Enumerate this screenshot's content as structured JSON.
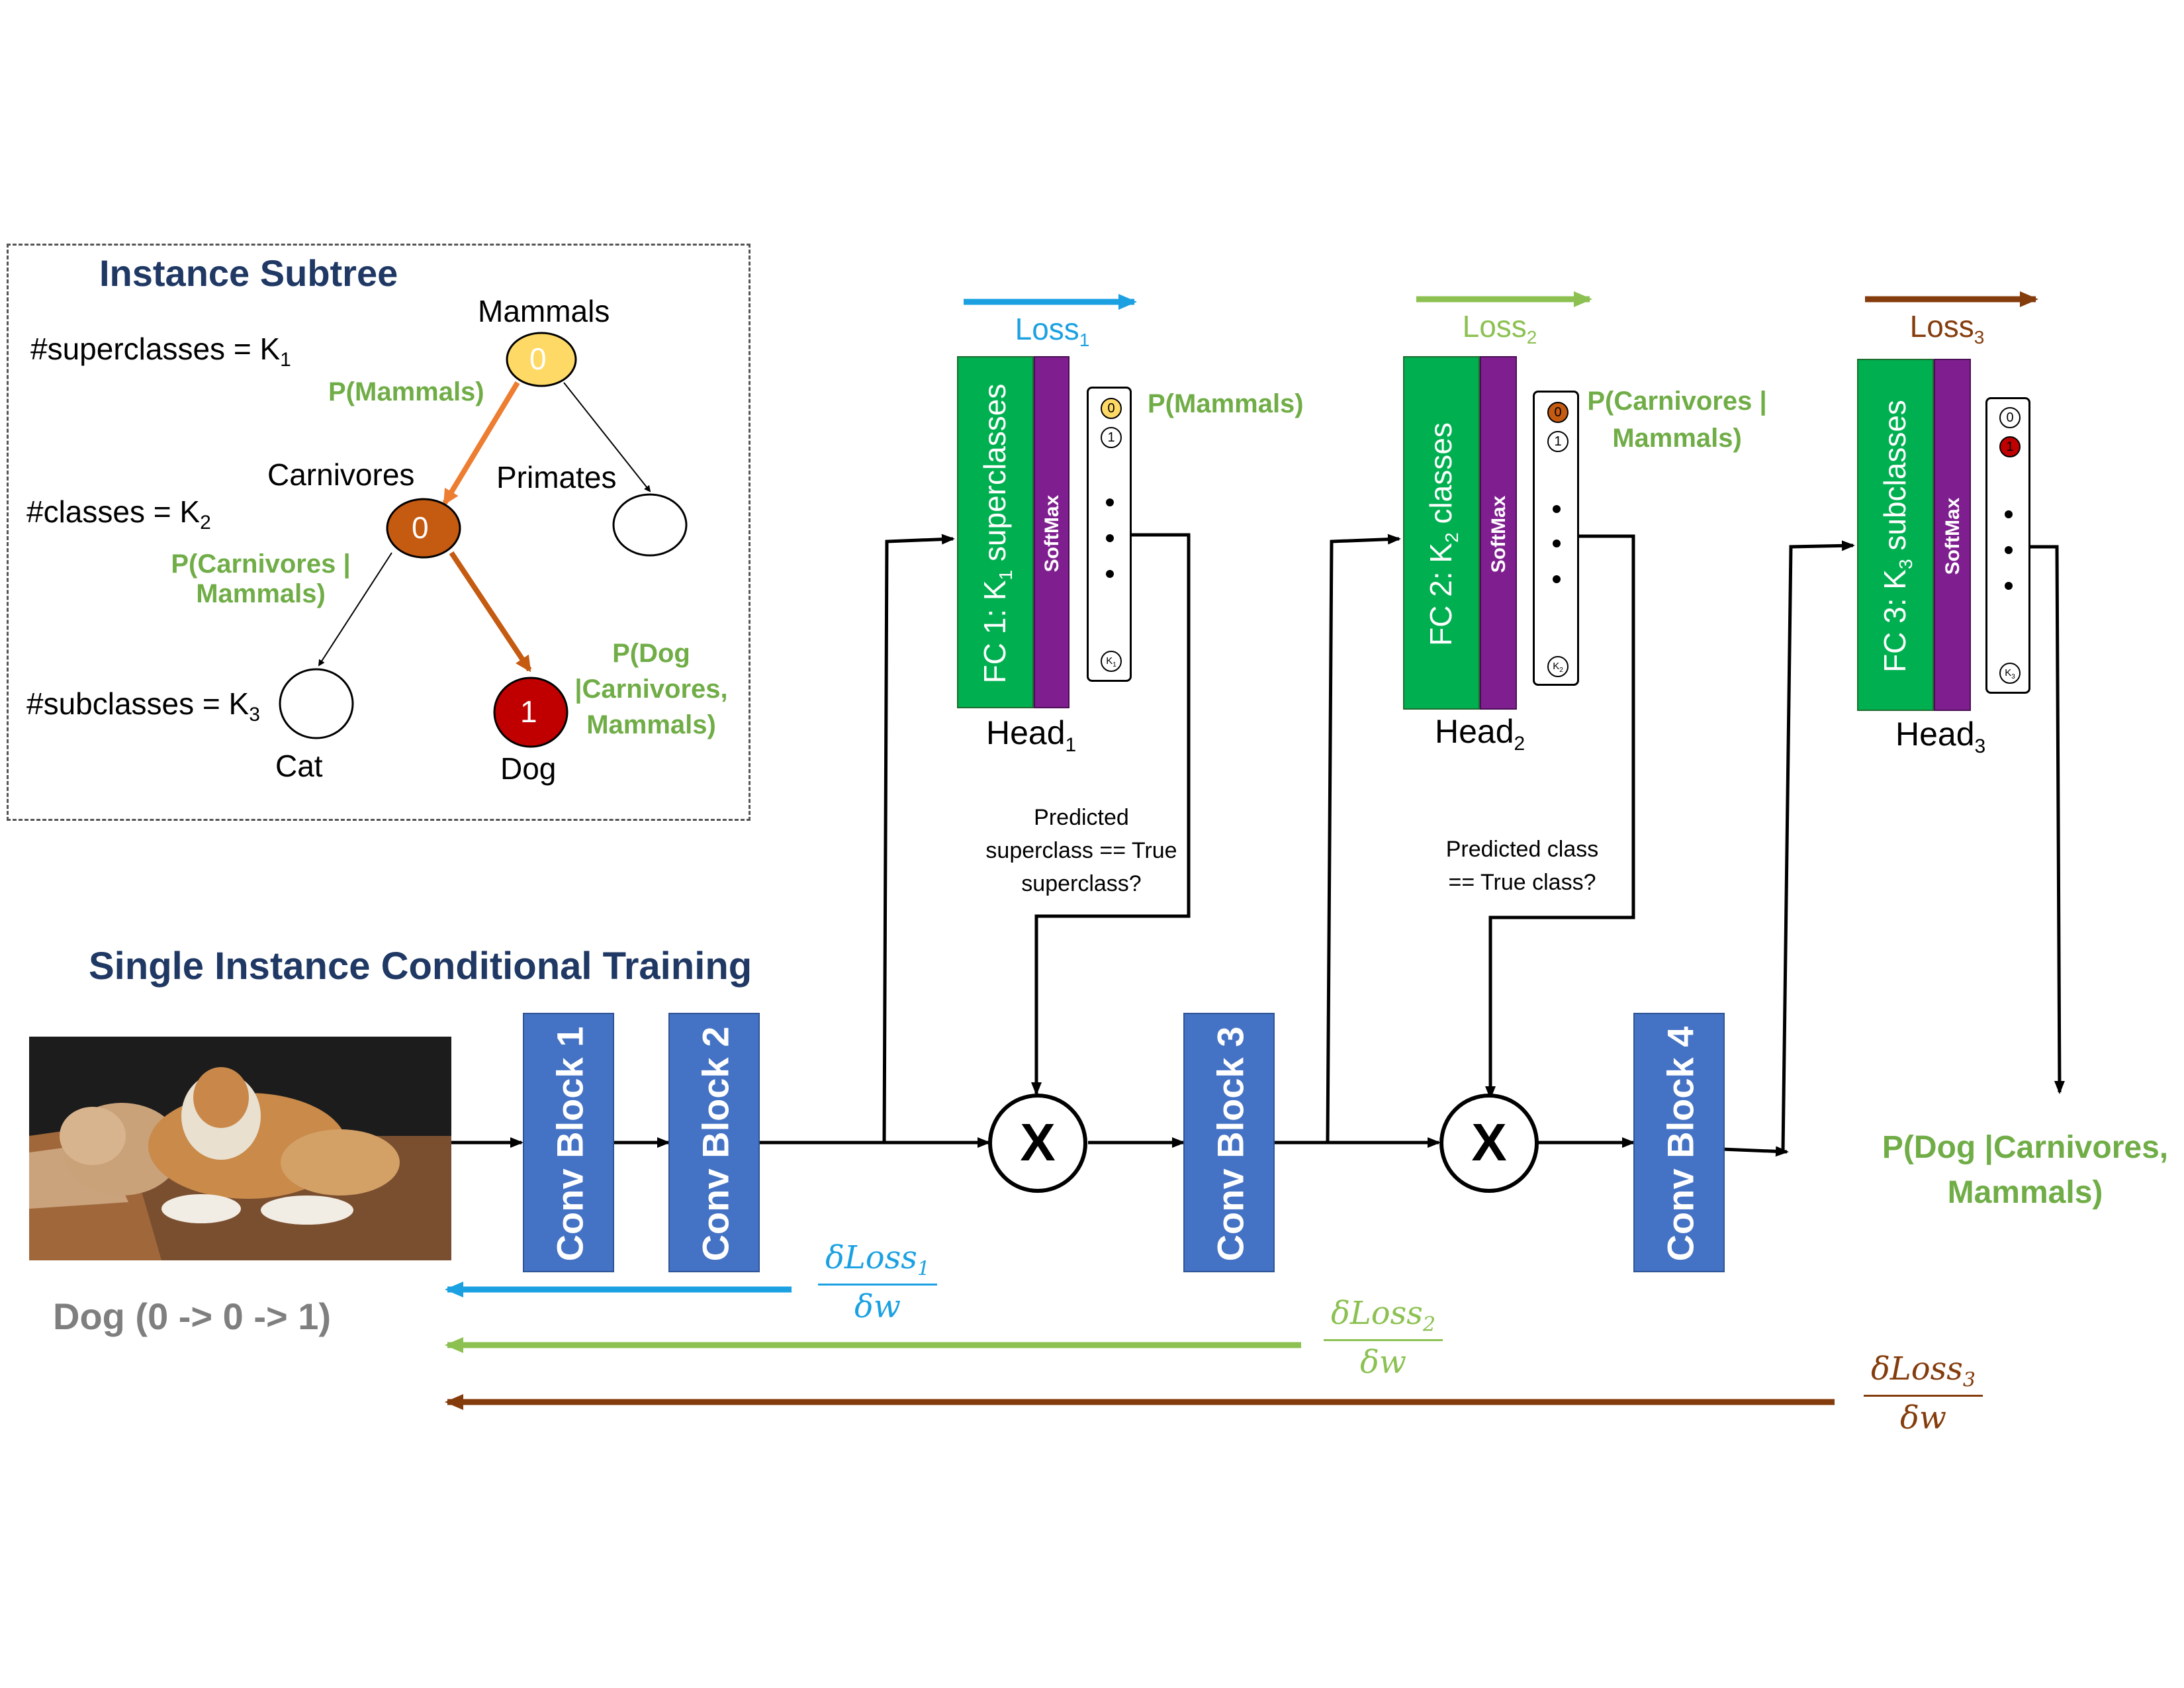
{
  "subtree": {
    "title": "Instance Subtree",
    "superclasses_label": "#superclasses = K",
    "superclasses_sub": "1",
    "classes_label": "#classes = K",
    "classes_sub": "2",
    "subclasses_label": "#subclasses = K",
    "subclasses_sub": "3",
    "nodes": {
      "mammals": {
        "name": "Mammals",
        "value": "0"
      },
      "carnivores": {
        "name": "Carnivores",
        "value": "0"
      },
      "primates": {
        "name": "Primates",
        "value": ""
      },
      "cat": {
        "name": "Cat",
        "value": ""
      },
      "dog": {
        "name": "Dog",
        "value": "1"
      }
    },
    "p_mammals": "P(Mammals)",
    "p_carnivores_line1": "P(Carnivores |",
    "p_carnivores_line2": "Mammals)",
    "p_dog_line1": "P(Dog",
    "p_dog_line2": "|Carnivores,",
    "p_dog_line3": "Mammals)"
  },
  "training": {
    "title": "Single Instance Conditional Training",
    "image_caption": "Dog (0 -> 0 -> 1)",
    "blocks": [
      "Conv Block 1",
      "Conv Block 2",
      "Conv Block 3",
      "Conv Block 4"
    ],
    "multiply_symbol": "X",
    "final_output_line1": "P(Dog |Carnivores,",
    "final_output_line2": "Mammals)"
  },
  "heads": [
    {
      "loss": "Loss",
      "loss_sub": "1",
      "fc_prefix": "FC 1: K",
      "fc_sub": "1",
      "fc_suffix": " superclasses",
      "softmax": "SoftMax",
      "head": "Head",
      "head_sub": "1",
      "prob_line1": "P(Mammals)",
      "prob_line2": "",
      "check_lines": [
        "Predicted",
        "superclass == True",
        "superclass?"
      ],
      "slot_top": "0",
      "slot_second": "1",
      "slot_last": "K",
      "slot_last_sub": "1",
      "highlight_index": 0,
      "highlight_color": "#FFD966"
    },
    {
      "loss": "Loss",
      "loss_sub": "2",
      "fc_prefix": "FC 2: K",
      "fc_sub": "2",
      "fc_suffix": " classes",
      "softmax": "SoftMax",
      "head": "Head",
      "head_sub": "2",
      "prob_line1": "P(Carnivores |",
      "prob_line2": "Mammals)",
      "check_lines": [
        "Predicted class",
        "== True class?"
      ],
      "slot_top": "0",
      "slot_second": "1",
      "slot_last": "K",
      "slot_last_sub": "2",
      "highlight_index": 0,
      "highlight_color": "#C55A11"
    },
    {
      "loss": "Loss",
      "loss_sub": "3",
      "fc_prefix": "FC 3: K",
      "fc_sub": "3",
      "fc_suffix": " subclasses",
      "softmax": "SoftMax",
      "head": "Head",
      "head_sub": "3",
      "prob_line1": "",
      "prob_line2": "",
      "check_lines": [],
      "slot_top": "0",
      "slot_second": "1",
      "slot_last": "K",
      "slot_last_sub": "3",
      "highlight_index": 1,
      "highlight_color": "#C00000"
    }
  ],
  "gradients": [
    {
      "num": "δLoss",
      "sub": "1",
      "den": "δw"
    },
    {
      "num": "δLoss",
      "sub": "2",
      "den": "δw"
    },
    {
      "num": "δLoss",
      "sub": "3",
      "den": "δw"
    }
  ],
  "colors": {
    "loss1": "#1BA1E2",
    "loss2": "#8CC152",
    "loss3": "#843C0C",
    "conv_block": "#4472C4",
    "fc": "#00B050",
    "softmax": "#7F1F8F",
    "navy": "#1F3864",
    "prob_green": "#70AD47",
    "mammals_node": "#FFD966",
    "carnivores_node": "#C55A11",
    "dog_node": "#C00000"
  }
}
